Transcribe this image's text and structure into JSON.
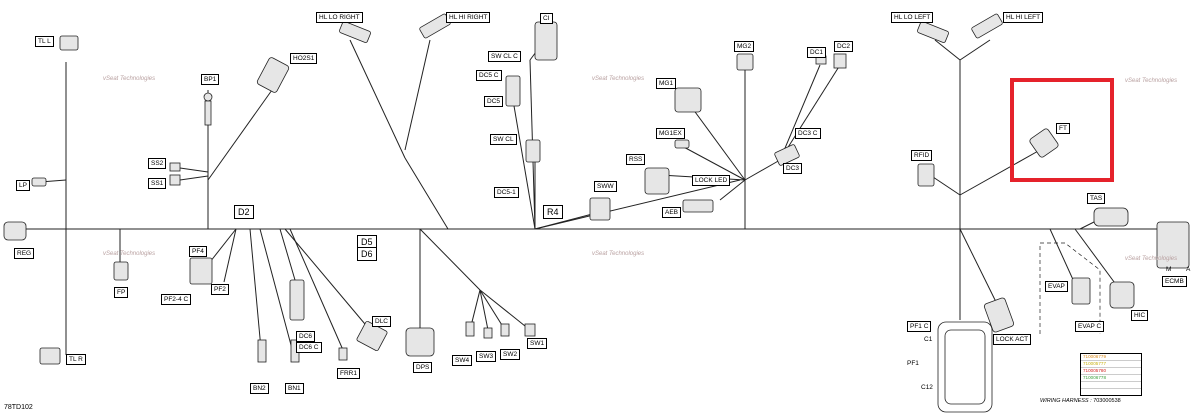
{
  "document": {
    "number": "78TD102",
    "harness_caption": "WIRING HARNESS :",
    "harness_number": "703000538"
  },
  "watermark": "vSeat Technologies",
  "highlight_color": "#e5222b",
  "connectors": {
    "tl_l": "TL L",
    "lp": "LP",
    "reg": "REG",
    "tl_r": "TL R",
    "fp": "FP",
    "bp1": "BP1",
    "ss2": "SS2",
    "ss1": "SS1",
    "ho2s1": "HO2S1",
    "pf4": "PF4",
    "pf2_4_c": "PF2-4 C",
    "pf2": "PF2",
    "d2": "D2",
    "bn2": "BN2",
    "bn1": "BN1",
    "dc6": "DC6",
    "dc6_c": "DC6 C",
    "ffr1": "FRR1",
    "dlc": "DLC",
    "d5": "D5",
    "d6": "D6",
    "dps": "DPS",
    "hl_lo_right": "HL LO RIGHT",
    "hl_hi_right": "HL HI RIGHT",
    "ci": "CI",
    "sw_cl_c": "SW CL C",
    "dc5_c": "DC5 C",
    "dc5": "DC5",
    "sw_cl": "SW CL",
    "dc5_1": "DC5-1",
    "r4": "R4",
    "sww": "SWW",
    "sw4": "SW4",
    "sw3": "SW3",
    "sw2": "SW2",
    "sw1": "SW1",
    "mg1": "MG1",
    "mg2": "MG2",
    "mg1ex": "MG1EX",
    "rss": "RSS",
    "lock_led": "LOCK LED",
    "aeb": "AEB",
    "dc1": "DC1",
    "dc2": "DC2",
    "dc3_c": "DC3 C",
    "dc3": "DC3",
    "hl_lo_left": "HL LO LEFT",
    "hl_hi_left": "HL HI LEFT",
    "ft": "FT",
    "rfid": "RFID",
    "tas": "TAS",
    "ecm_m": "M",
    "ecm_a": "A",
    "ecmb": "ECMB",
    "evap": "EVAP",
    "evap_c": "EVAP C",
    "hic": "HIC",
    "lock_act": "LOCK ACT",
    "pf1_c": "PF1 C",
    "c1": "C1",
    "pf1": "PF1",
    "c12": "C12"
  },
  "part_table": [
    {
      "number": "710006779",
      "color": "#d98a1c"
    },
    {
      "number": "710005777",
      "color": "#d4c21a"
    },
    {
      "number": "710005780",
      "color": "#d42020"
    },
    {
      "number": "710006778",
      "color": "#3ca03c"
    },
    {
      "number": "",
      "color": "#555555"
    },
    {
      "number": "",
      "color": "#555555"
    }
  ]
}
